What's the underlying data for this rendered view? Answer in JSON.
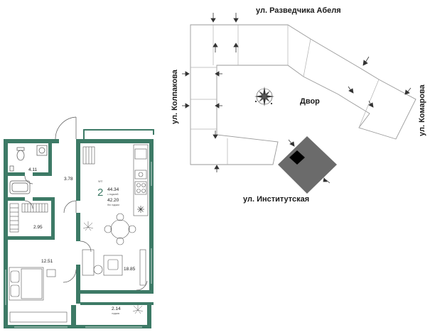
{
  "site_plan": {
    "streets": {
      "north": "ул. Разведчика Абеля",
      "west": "ул. Колпакова",
      "east": "ул. Комарова",
      "south": "ул. Институтская"
    },
    "courtyard": "Двор",
    "compass_icon": "compass-rose-icon",
    "entrance_icon": "arrow-icon"
  },
  "apartment": {
    "rooms_count": "2",
    "rooms_word": "ФЛТ",
    "total_area": "44.34",
    "total_caption": "с лоджией",
    "living_area": "42.20",
    "living_caption": "без лоджии",
    "rooms": {
      "bathroom": "4.11",
      "hall": "3.78",
      "storage": "2.95",
      "bedroom": "12.51",
      "living": "18.85",
      "loggia": "2.14",
      "loggia_caption": "лоджия"
    }
  },
  "colors": {
    "wall": "#3d7a66",
    "courtyard_building": "#6b6b6b",
    "highlight": "#000000",
    "outline": "#9a9a9a"
  }
}
